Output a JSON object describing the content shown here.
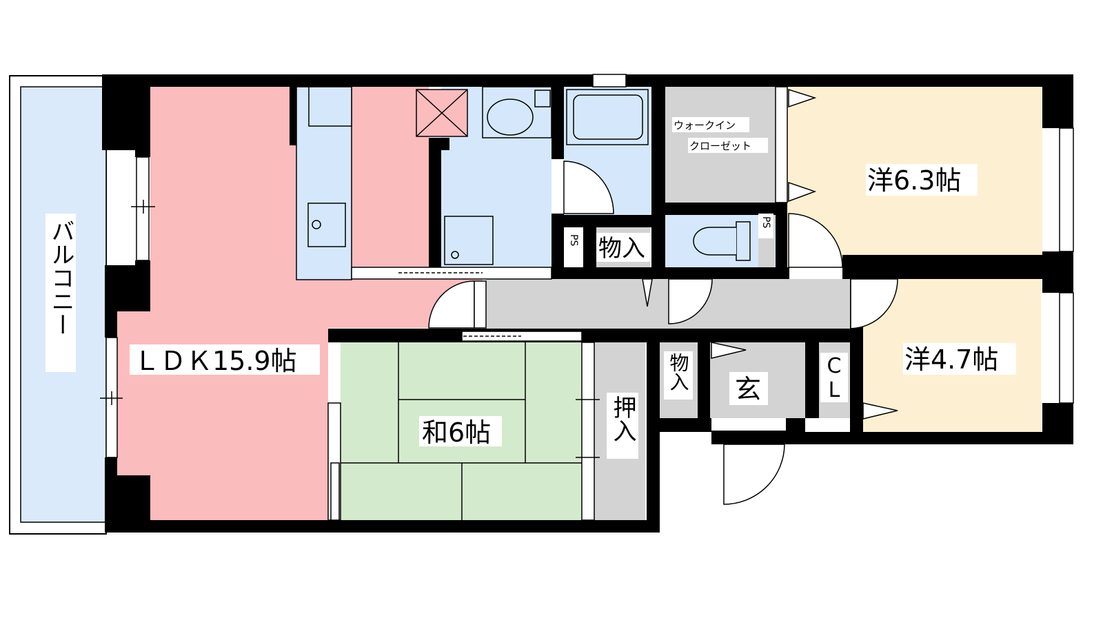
{
  "floorplan": {
    "rooms": {
      "balcony": "バルコニー",
      "ldk": "ＬＤＫ15.9帖",
      "washitsu": "和6帖",
      "oshiire": "押入",
      "walkin_line1": "ウォークイン",
      "walkin_line2": "クローゼット",
      "storage_center": "物入",
      "storage_entry": "物入",
      "genkan": "玄",
      "closet": "CL",
      "western_a": "洋6.3帖",
      "western_b": "洋4.7帖",
      "ps": "PS"
    },
    "colors": {
      "balcony": "#dbeafa",
      "ldk": "#fbbcbe",
      "water": "#d5e8fb",
      "washitsu": "#d4eacd",
      "storage": "#d3d3d3",
      "western": "#fdf0d2",
      "wall": "#000000"
    }
  }
}
